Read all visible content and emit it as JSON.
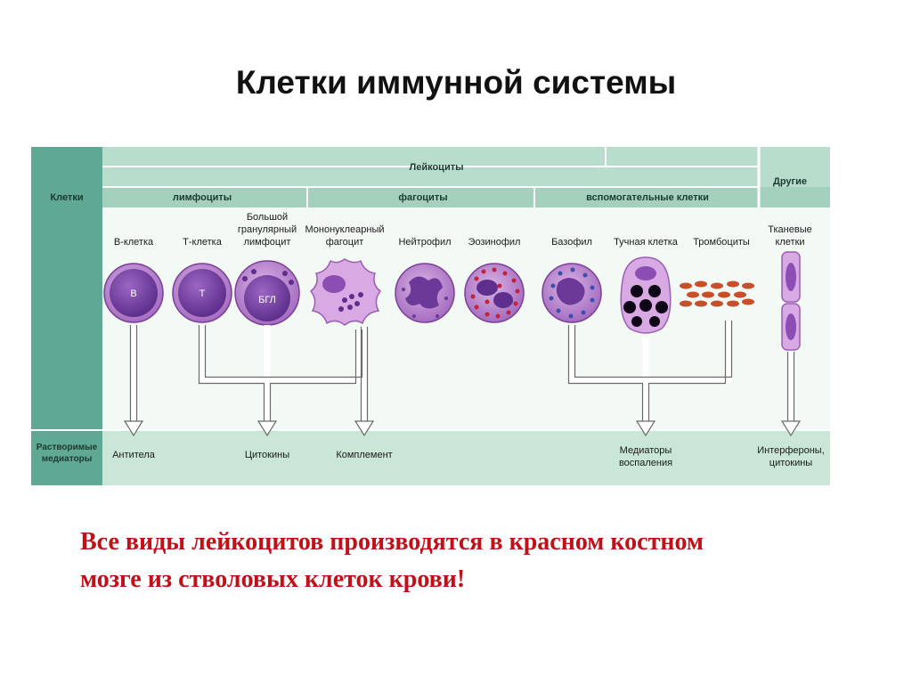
{
  "title": "Клетки иммунной системы",
  "figure": {
    "row_labels": {
      "cells": "Клетки",
      "mediators": [
        "Растворимые",
        "медиаторы"
      ]
    },
    "groups": {
      "leukocytes": "Лейкоциты",
      "lymphocytes": "лимфоциты",
      "phagocytes": "фагоциты",
      "auxiliary": "вспомогательные клетки",
      "other": "Другие"
    },
    "cell_labels": {
      "b_cell": "В-клетка",
      "t_cell": "Т-клетка",
      "lgl": [
        "Большой",
        "гранулярный",
        "лимфоцит"
      ],
      "mononuclear_phagocyte": [
        "Мононуклеарный",
        "фагоцит"
      ],
      "neutrophil": "Нейтрофил",
      "eosinophil": "Эозинофил",
      "basophil": "Базофил",
      "mast_cell": "Тучная клетка",
      "platelets": "Тромбоциты",
      "tissue_cells": [
        "Тканевые",
        "клетки"
      ]
    },
    "cell_inner_text": {
      "b": "В",
      "t": "Т",
      "lgl": "БГЛ"
    },
    "mediators": {
      "antibodies": "Антитела",
      "cytokines": "Цитокины",
      "complement": "Комплемент",
      "inflammation": [
        "Медиаторы",
        "воспаления"
      ],
      "interferons": [
        "Интерфероны,",
        "цитокины"
      ]
    },
    "colors": {
      "teal": "#5fa893",
      "mint": "#d5ebde",
      "band": "#b9ddcc",
      "cell": "#9a5fb5",
      "nucleus": "#6b3a99",
      "granule_red": "#c0243a",
      "platelet": "#c7502a"
    }
  },
  "note": [
    "Все виды лейкоцитов производятся в красном костном",
    "мозге из стволовых клеток крови!"
  ]
}
